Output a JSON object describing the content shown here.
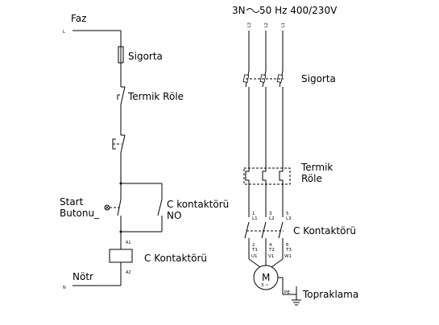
{
  "control": {
    "faz": "Faz",
    "l_terminal": "L",
    "sigorta": "Sigorta",
    "termik_role": "Termik Röle",
    "start_line1": "Start",
    "start_line2": "Butonu_",
    "c_kontaktoru_aux_line1": "C kontaktörü",
    "c_kontaktoru_aux_line2": "NO",
    "a1": "A1",
    "a2": "A2",
    "coil_label": "C Kontaktörü",
    "notr": "Nötr",
    "n_terminal": "N"
  },
  "power": {
    "supply": "3N",
    "supply_rest": "50 Hz 400/230V",
    "phase_terminals": [
      "L3",
      "L2",
      "L1"
    ],
    "sigorta": "Sigorta",
    "termik_line1": "Termik",
    "termik_line2": "Röle",
    "contactor_label": "C Kontaktörü",
    "contact_top_numbers": [
      "1",
      "3",
      "5"
    ],
    "contact_top_terminals": [
      "L1",
      "L2",
      "L3"
    ],
    "contact_bottom_numbers": [
      "2",
      "4",
      "6"
    ],
    "contact_bottom_terminals": [
      "T1",
      "T2",
      "T3"
    ],
    "motor_terminals": [
      "U1",
      "V1",
      "W1"
    ],
    "motor_letter": "M",
    "motor_phase": "3 ~",
    "pe": "PE",
    "topraklama": "Topraklama"
  }
}
